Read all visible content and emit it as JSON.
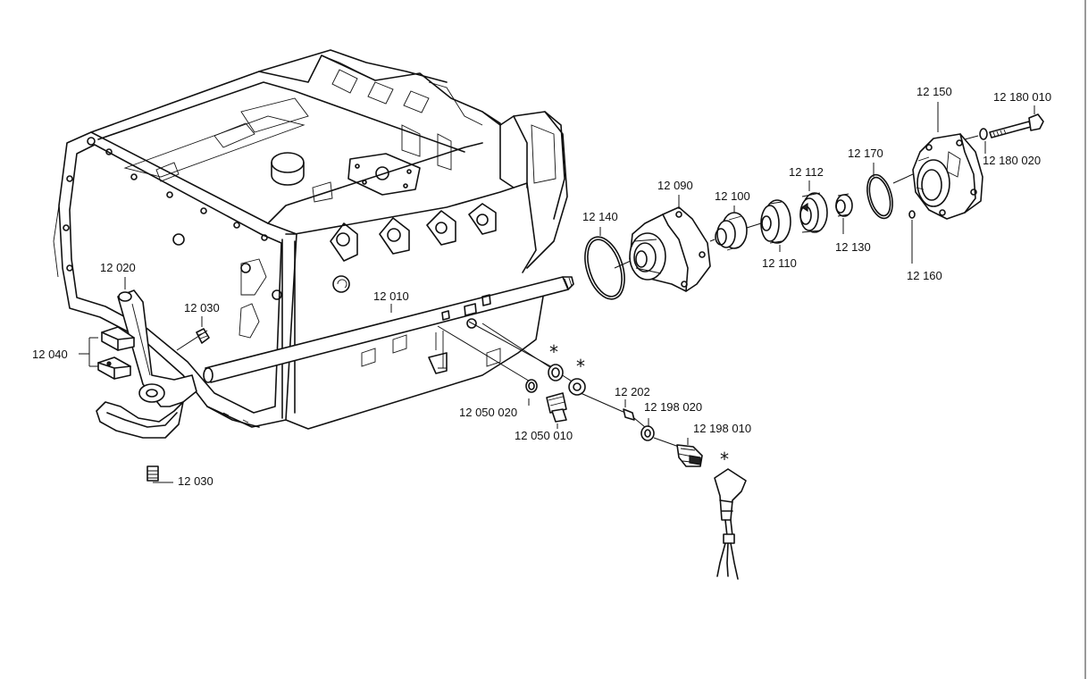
{
  "labels": {
    "p12150": "12 150",
    "p12180010": "12 180 010",
    "p12180020": "12 180 020",
    "p12170": "12 170",
    "p12112": "12 112",
    "p12090": "12 090",
    "p12100": "12 100",
    "p12140": "12 140",
    "p12130": "12 130",
    "p12110": "12 110",
    "p12160": "12 160",
    "p12020": "12 020",
    "p12030a": "12 030",
    "p12010": "12 010",
    "p12040": "12 040",
    "p12202": "12 202",
    "p12198020": "12 198 020",
    "p12198010": "12 198 010",
    "p12050020": "12 050 020",
    "p12050010": "12 050 010",
    "p12030b": "12 030"
  },
  "markers": {
    "asterisk": "*"
  }
}
